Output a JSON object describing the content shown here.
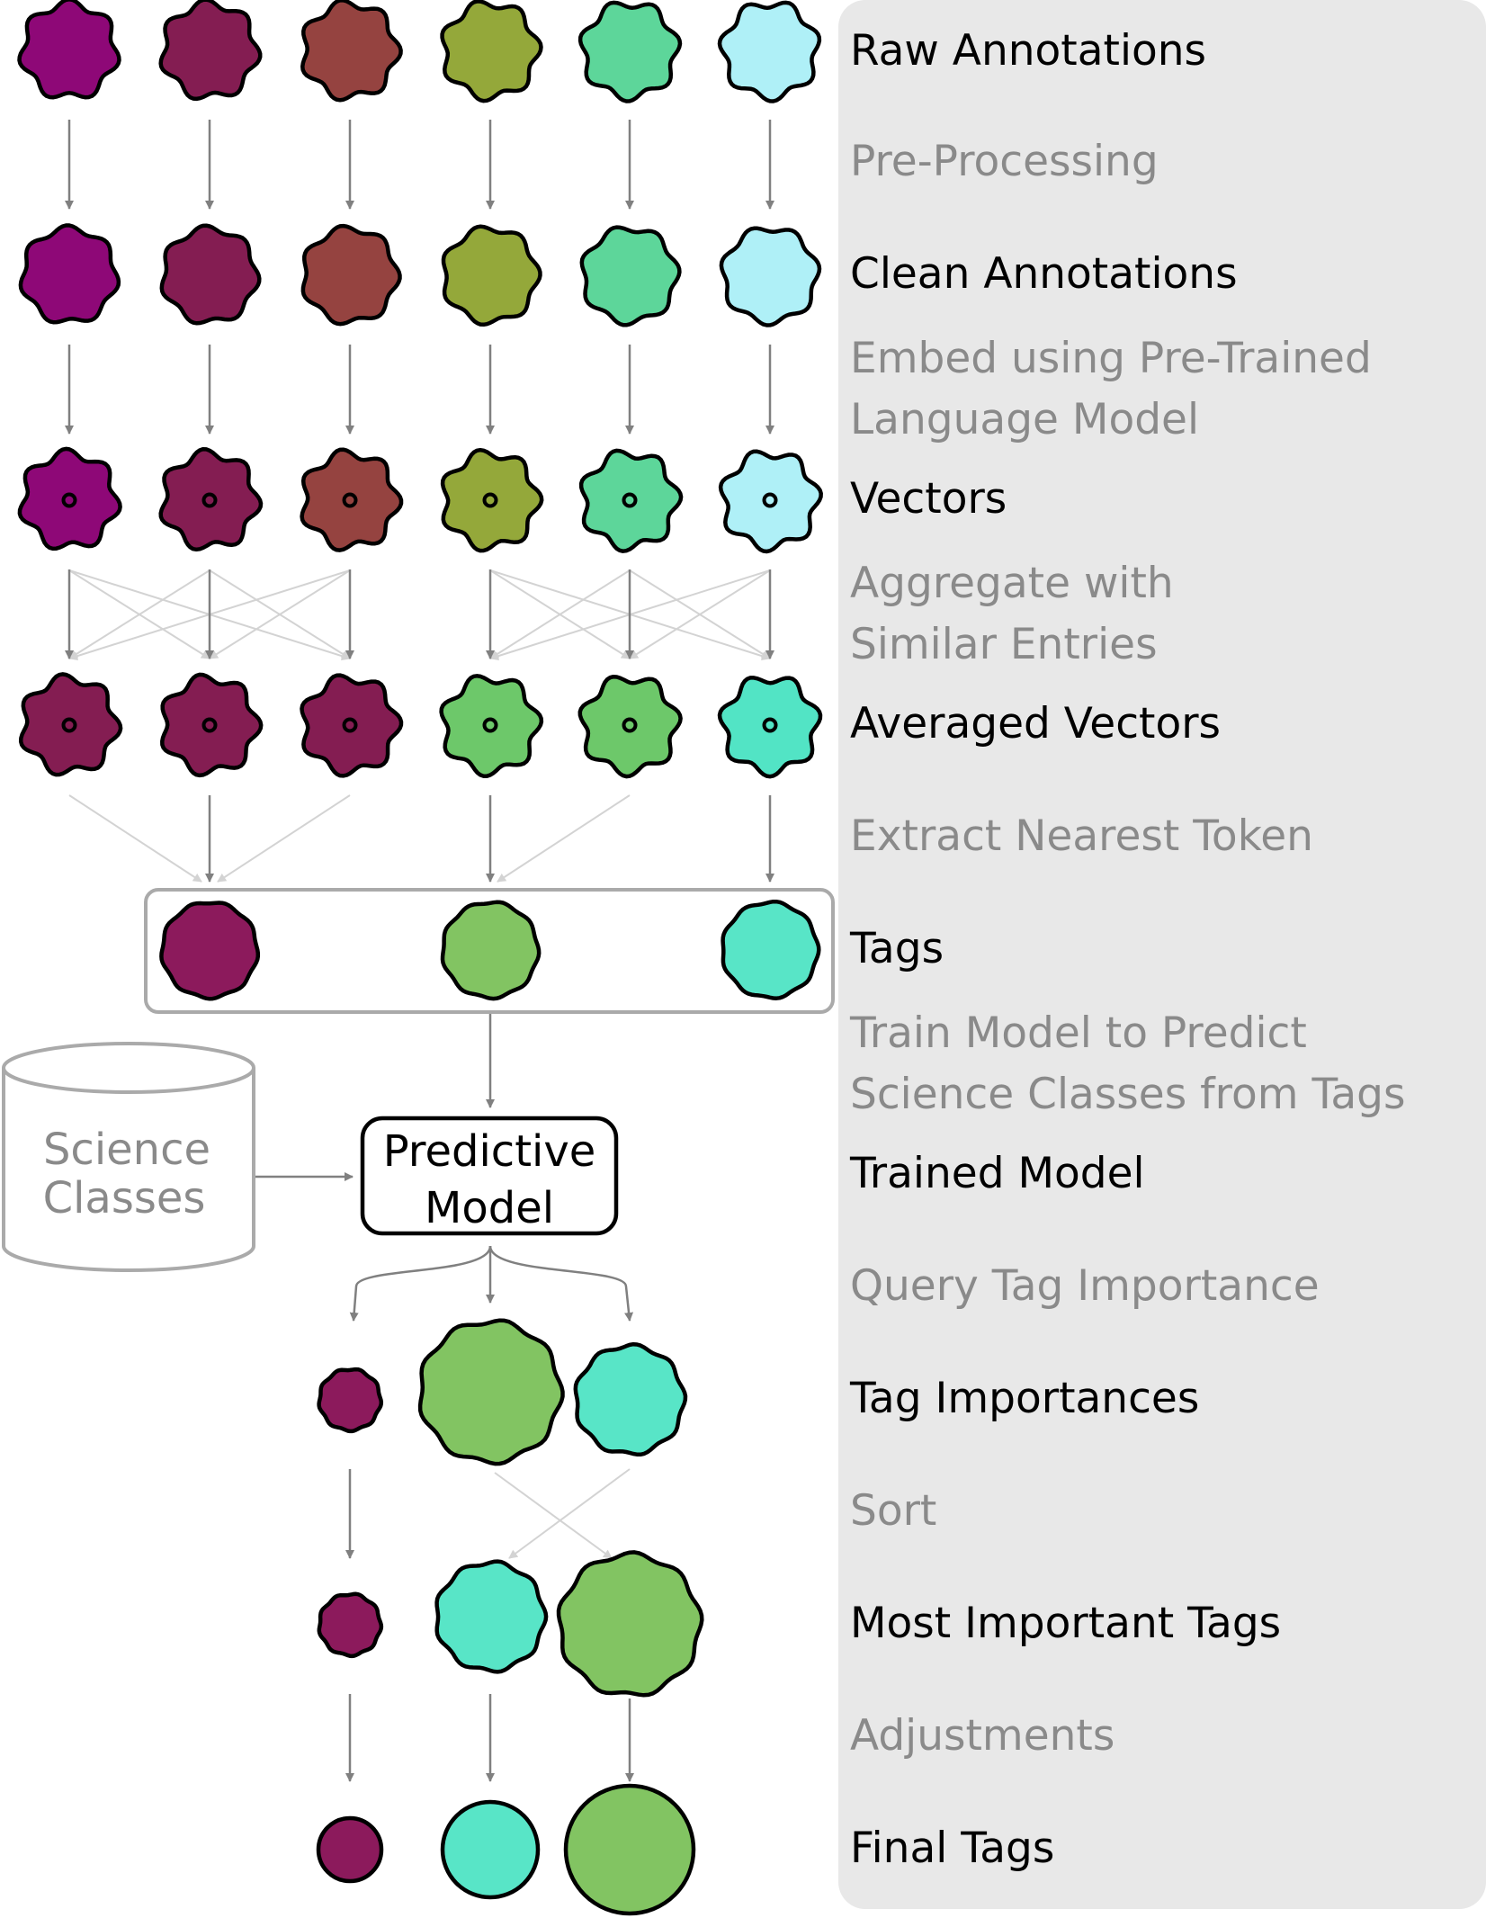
{
  "colors": {
    "panel": "#e8e8e8",
    "arrow": "#808080",
    "arrow_light": "#d3d3d3",
    "outline": "#000000",
    "label": "#000000",
    "step": "#8a8a8a",
    "sources": [
      "#8e0877",
      "#841d52",
      "#954340",
      "#94a83a",
      "#5dd69a",
      "#aff0f7"
    ],
    "tag_purple": "#8c1a5c",
    "tag_green": "#82c462",
    "tag_teal": "#58e5c7",
    "avg_green": "#6dc86a",
    "avg_teal": "#52e4c5"
  },
  "pipeline": {
    "stages": [
      {
        "id": "raw",
        "label": "Raw Annotations"
      },
      {
        "id": "clean",
        "label": "Clean Annotations"
      },
      {
        "id": "vectors",
        "label": "Vectors"
      },
      {
        "id": "averaged",
        "label": "Averaged Vectors"
      },
      {
        "id": "tags",
        "label": "Tags"
      },
      {
        "id": "trained",
        "label": "Trained Model"
      },
      {
        "id": "importances",
        "label": "Tag Importances"
      },
      {
        "id": "most_important",
        "label": "Most Important Tags"
      },
      {
        "id": "final",
        "label": "Final Tags"
      }
    ],
    "steps": [
      {
        "id": "preprocess",
        "lines": [
          "Pre-Processing"
        ]
      },
      {
        "id": "embed",
        "lines": [
          "Embed using Pre-Trained",
          "Language Model"
        ]
      },
      {
        "id": "aggregate",
        "lines": [
          "Aggregate with",
          "Similar Entries"
        ]
      },
      {
        "id": "extract",
        "lines": [
          "Extract Nearest Token"
        ]
      },
      {
        "id": "train",
        "lines": [
          "Train Model to Predict",
          "Science Classes from Tags"
        ]
      },
      {
        "id": "query",
        "lines": [
          "Query Tag Importance"
        ]
      },
      {
        "id": "sort",
        "lines": [
          "Sort"
        ]
      },
      {
        "id": "adjust",
        "lines": [
          "Adjustments"
        ]
      }
    ]
  },
  "database": {
    "lines": [
      "Science",
      "Classes"
    ]
  },
  "model": {
    "lines": [
      "Predictive",
      "Model"
    ]
  }
}
